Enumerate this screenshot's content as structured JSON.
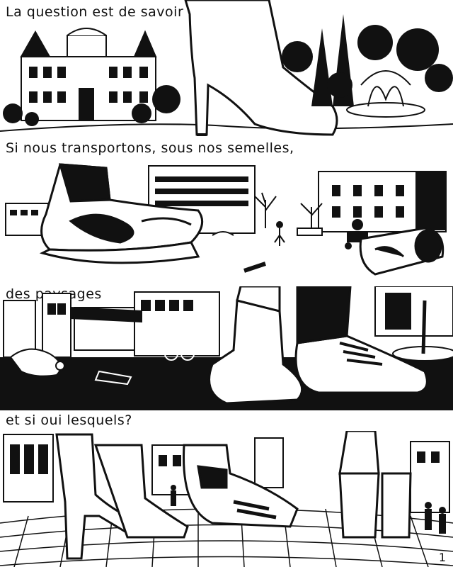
{
  "captions": {
    "line1": "La question est de savoir",
    "line2": "Si nous transportons, sous nos semelles,",
    "line3": "des paysages",
    "line4": "et si oui lesquels?"
  },
  "page_number": "1",
  "colors": {
    "ink": "#111111",
    "paper": "#ffffff"
  }
}
